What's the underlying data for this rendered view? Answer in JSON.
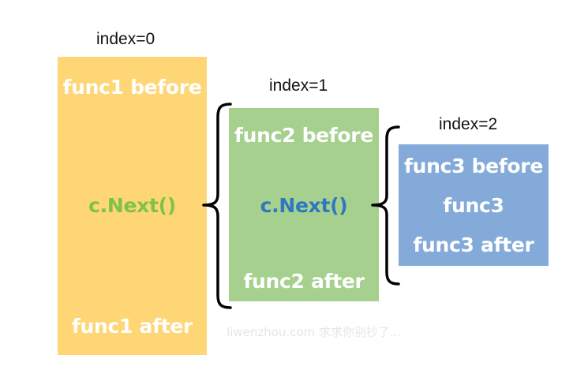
{
  "frames": [
    {
      "index_label": "index=0",
      "before": "func1 before",
      "middle": "c.Next()",
      "after": "func1 after",
      "color": "#fed676"
    },
    {
      "index_label": "index=1",
      "before": "func2 before",
      "middle": "c.Next()",
      "after": "func2 after",
      "color": "#a5d08d"
    },
    {
      "index_label": "index=2",
      "before": "func3 before",
      "middle": "func3",
      "after": "func3 after",
      "color": "#83aad8"
    }
  ],
  "watermark": "liwenzhou.com  求求你别抄了..."
}
